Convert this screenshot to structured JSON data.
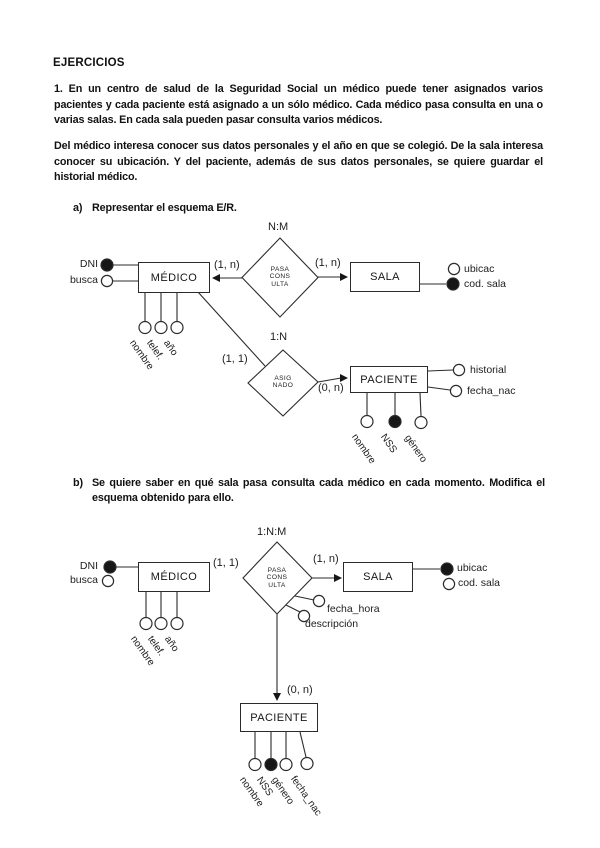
{
  "page": {
    "title": "EJERCICIOS",
    "para1": "1. En  un centro de salud de la Seguridad Social un médico puede tener asignados varios pacientes y cada paciente está asignado a un sólo médico. Cada médico pasa consulta en una o varias salas. En cada sala pueden pasar consulta varios médicos.",
    "para2": "Del médico interesa conocer sus datos personales y el año en que se colegió. De la sala interesa conocer su ubicación. Y del paciente, además de sus datos personales, se quiere guardar el historial médico.",
    "item_a": {
      "marker": "a)",
      "text": "Representar el esquema E/R."
    },
    "item_b": {
      "marker": "b)",
      "text": "Se quiere saber en qué sala pasa consulta cada médico en cada momento. Modifica el esquema obtenido para ello."
    }
  },
  "diagram_a": {
    "nm": "N:M",
    "pasa": {
      "l1": "PASA",
      "l2": "CONS",
      "l3": "ULTA"
    },
    "asignado_card": "1:N",
    "asignado": {
      "l1": "ASIG",
      "l2": "NADO"
    },
    "medico": "MÉDICO",
    "sala": "SALA",
    "paciente": "PACIENTE",
    "card_medico": "(1, n)",
    "card_sala": "(1, n)",
    "card_asig_medico": "(1, 1)",
    "card_asig_paciente": "(0, n)",
    "dni": "DNI",
    "busca": "busca",
    "nombre": "nombre",
    "telef": "telef.",
    "anio": "año",
    "ubicac": "ubicac",
    "cod_sala": "cod. sala",
    "historial": "historial",
    "fecha_nac": "fecha_nac",
    "p_nombre": "nombre",
    "nss": "NSS",
    "genero": "género"
  },
  "diagram_b": {
    "nm": "1:N:M",
    "pasa": {
      "l1": "PASA",
      "l2": "CONS",
      "l3": "ULTA"
    },
    "medico": "MÉDICO",
    "sala": "SALA",
    "paciente": "PACIENTE",
    "card_medico": "(1, 1)",
    "card_sala": "(1, n)",
    "card_paciente": "(0, n)",
    "dni": "DNI",
    "busca": "busca",
    "nombre": "nombre",
    "telef": "telef.",
    "anio": "año",
    "ubicac": "ubicac",
    "cod_sala": "cod. sala",
    "fecha_hora": "fecha_hora",
    "descripcion": "descripción",
    "p_nombre": "nombre",
    "nss": "NSS",
    "genero": "género",
    "p_fecha_nac": "fecha_nac"
  },
  "colors": {
    "ink": "#2b2b2b",
    "paper": "#ffffff"
  }
}
